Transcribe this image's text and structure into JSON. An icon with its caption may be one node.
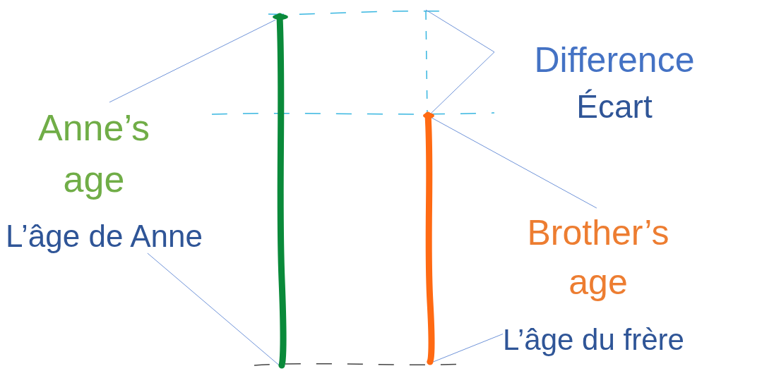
{
  "diagram": {
    "nodes": [
      {
        "text": [
          "Anne’s age",
          "L’âge de Anne"
        ]
      },
      {
        "text": [],
        "shape": "bar"
      },
      {
        "text": [
          "Difference",
          "Écart"
        ]
      },
      {
        "text": [],
        "shape": "bar"
      },
      {
        "text": [
          "Brother’s age",
          "L’âge du frère"
        ]
      },
      {
        "text": [],
        "shape": "bar"
      }
    ],
    "edges": [
      {
        "from": 0,
        "to": 1,
        "arrow": "none"
      },
      {
        "from": 0,
        "to": 1,
        "arrow": "none"
      },
      {
        "from": 2,
        "to": 3,
        "arrow": "none"
      },
      {
        "from": 2,
        "to": 3,
        "arrow": "none"
      },
      {
        "from": 4,
        "to": 5,
        "arrow": "none"
      },
      {
        "from": 4,
        "to": 5,
        "arrow": "none"
      }
    ]
  }
}
